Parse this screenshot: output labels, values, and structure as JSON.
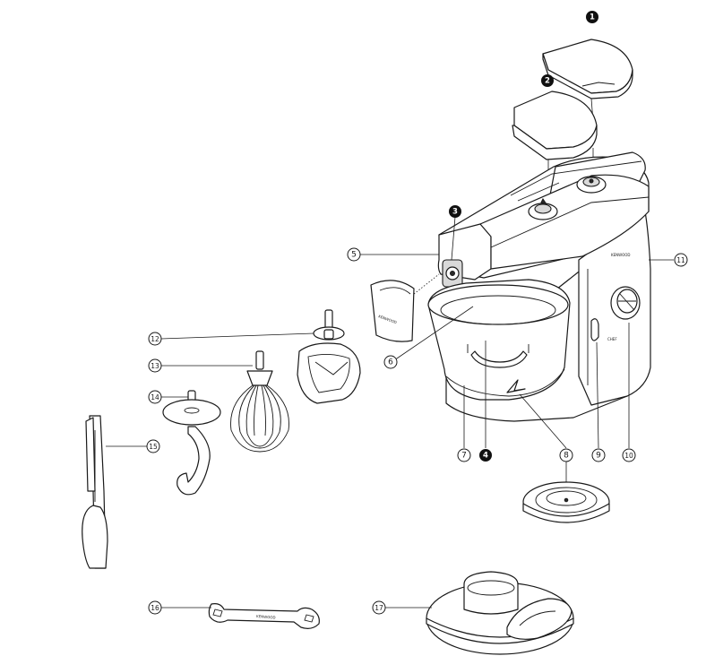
{
  "diagram": {
    "callouts_solid": [
      {
        "id": "c1",
        "label": "1"
      },
      {
        "id": "c2",
        "label": "2"
      },
      {
        "id": "c3",
        "label": "3"
      },
      {
        "id": "c4",
        "label": "4"
      }
    ],
    "callouts_open": [
      {
        "id": "c5",
        "label": "5"
      },
      {
        "id": "c6",
        "label": "6"
      },
      {
        "id": "c7",
        "label": "7"
      },
      {
        "id": "c8",
        "label": "8"
      },
      {
        "id": "c9",
        "label": "9"
      },
      {
        "id": "c10",
        "label": "10"
      },
      {
        "id": "c11",
        "label": "11"
      },
      {
        "id": "c12",
        "label": "12"
      },
      {
        "id": "c13",
        "label": "13"
      },
      {
        "id": "c14",
        "label": "14"
      },
      {
        "id": "c15",
        "label": "15"
      },
      {
        "id": "c16",
        "label": "16"
      },
      {
        "id": "c17",
        "label": "17"
      }
    ],
    "brand_text": {
      "splash_guard": "KENWOOD",
      "spanner": "KENWOOD",
      "mixer_head": "KENWOOD",
      "speed_panel": "CHEF"
    }
  }
}
